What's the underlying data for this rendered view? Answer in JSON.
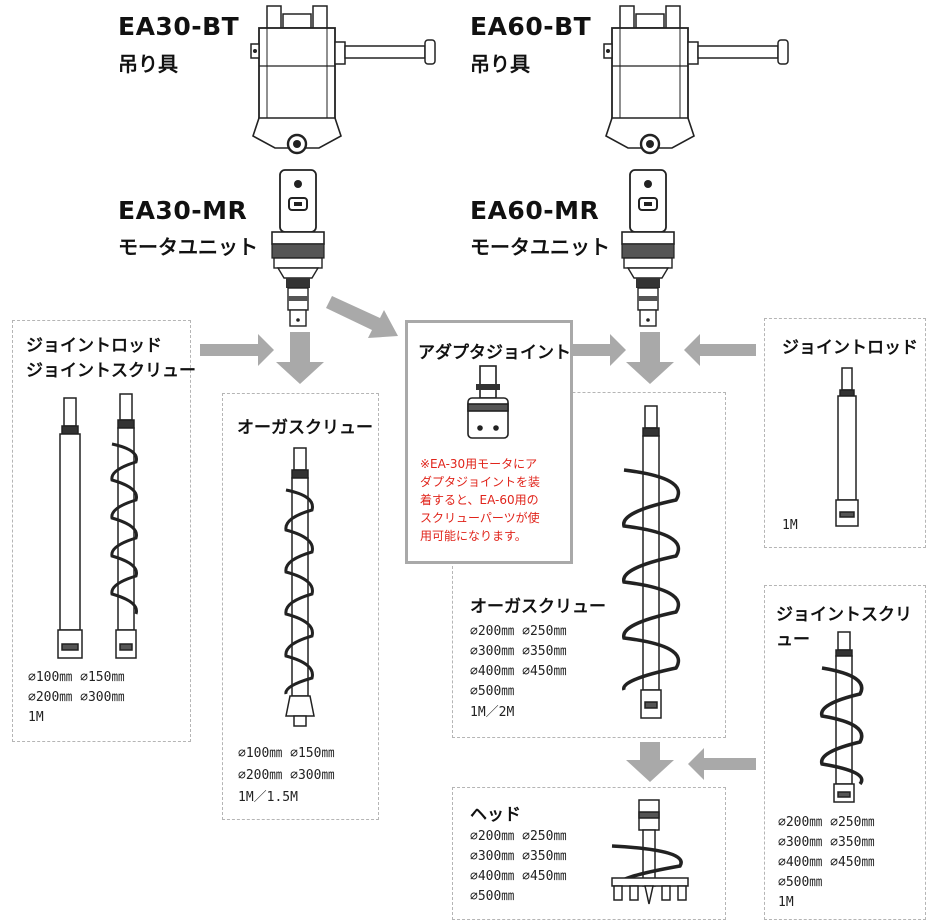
{
  "ea30": {
    "bt_title": "EA30-BT",
    "bt_sub": "吊り具",
    "mr_title": "EA30-MR",
    "mr_sub": "モータユニット"
  },
  "ea60": {
    "bt_title": "EA60-BT",
    "bt_sub": "吊り具",
    "mr_title": "EA60-MR",
    "mr_sub": "モータユニット"
  },
  "left_box": {
    "title_line1": "ジョイントロッド",
    "title_line2": "ジョイントスクリュー",
    "spec1": "∅100㎜ ∅150㎜",
    "spec2": "∅200㎜ ∅300㎜",
    "spec3": "1M"
  },
  "auger30": {
    "title": "オーガスクリュー",
    "spec1": "∅100㎜ ∅150㎜",
    "spec2": "∅200㎜ ∅300㎜",
    "spec3": "1M／1.5M"
  },
  "adapter": {
    "title": "アダプタジョイント",
    "note1": "※EA-30用モータにア",
    "note2": "ダプタジョイントを装",
    "note3": "着すると、EA-60用の",
    "note4": "スクリューパーツが使",
    "note5": "用可能になります。"
  },
  "auger60": {
    "title": "オーガスクリュー",
    "spec1": "∅200㎜ ∅250㎜",
    "spec2": "∅300㎜ ∅350㎜",
    "spec3": "∅400㎜ ∅450㎜",
    "spec4": "∅500㎜",
    "spec5": "1M／2M"
  },
  "joint_rod": {
    "title": "ジョイントロッド",
    "spec": "1M"
  },
  "joint_screw": {
    "title": "ジョイントスクリュー",
    "spec1": "∅200㎜ ∅250㎜",
    "spec2": "∅300㎜ ∅350㎜",
    "spec3": "∅400㎜ ∅450㎜",
    "spec4": "∅500㎜",
    "spec5": "1M"
  },
  "head": {
    "title": "ヘッド",
    "spec1": "∅200㎜ ∅250㎜",
    "spec2": "∅300㎜ ∅350㎜",
    "spec3": "∅400㎜ ∅450㎜",
    "spec4": "∅500㎜"
  },
  "colors": {
    "arrow": "#a9a9a9",
    "note_red": "#e0241b",
    "line": "#222222"
  }
}
